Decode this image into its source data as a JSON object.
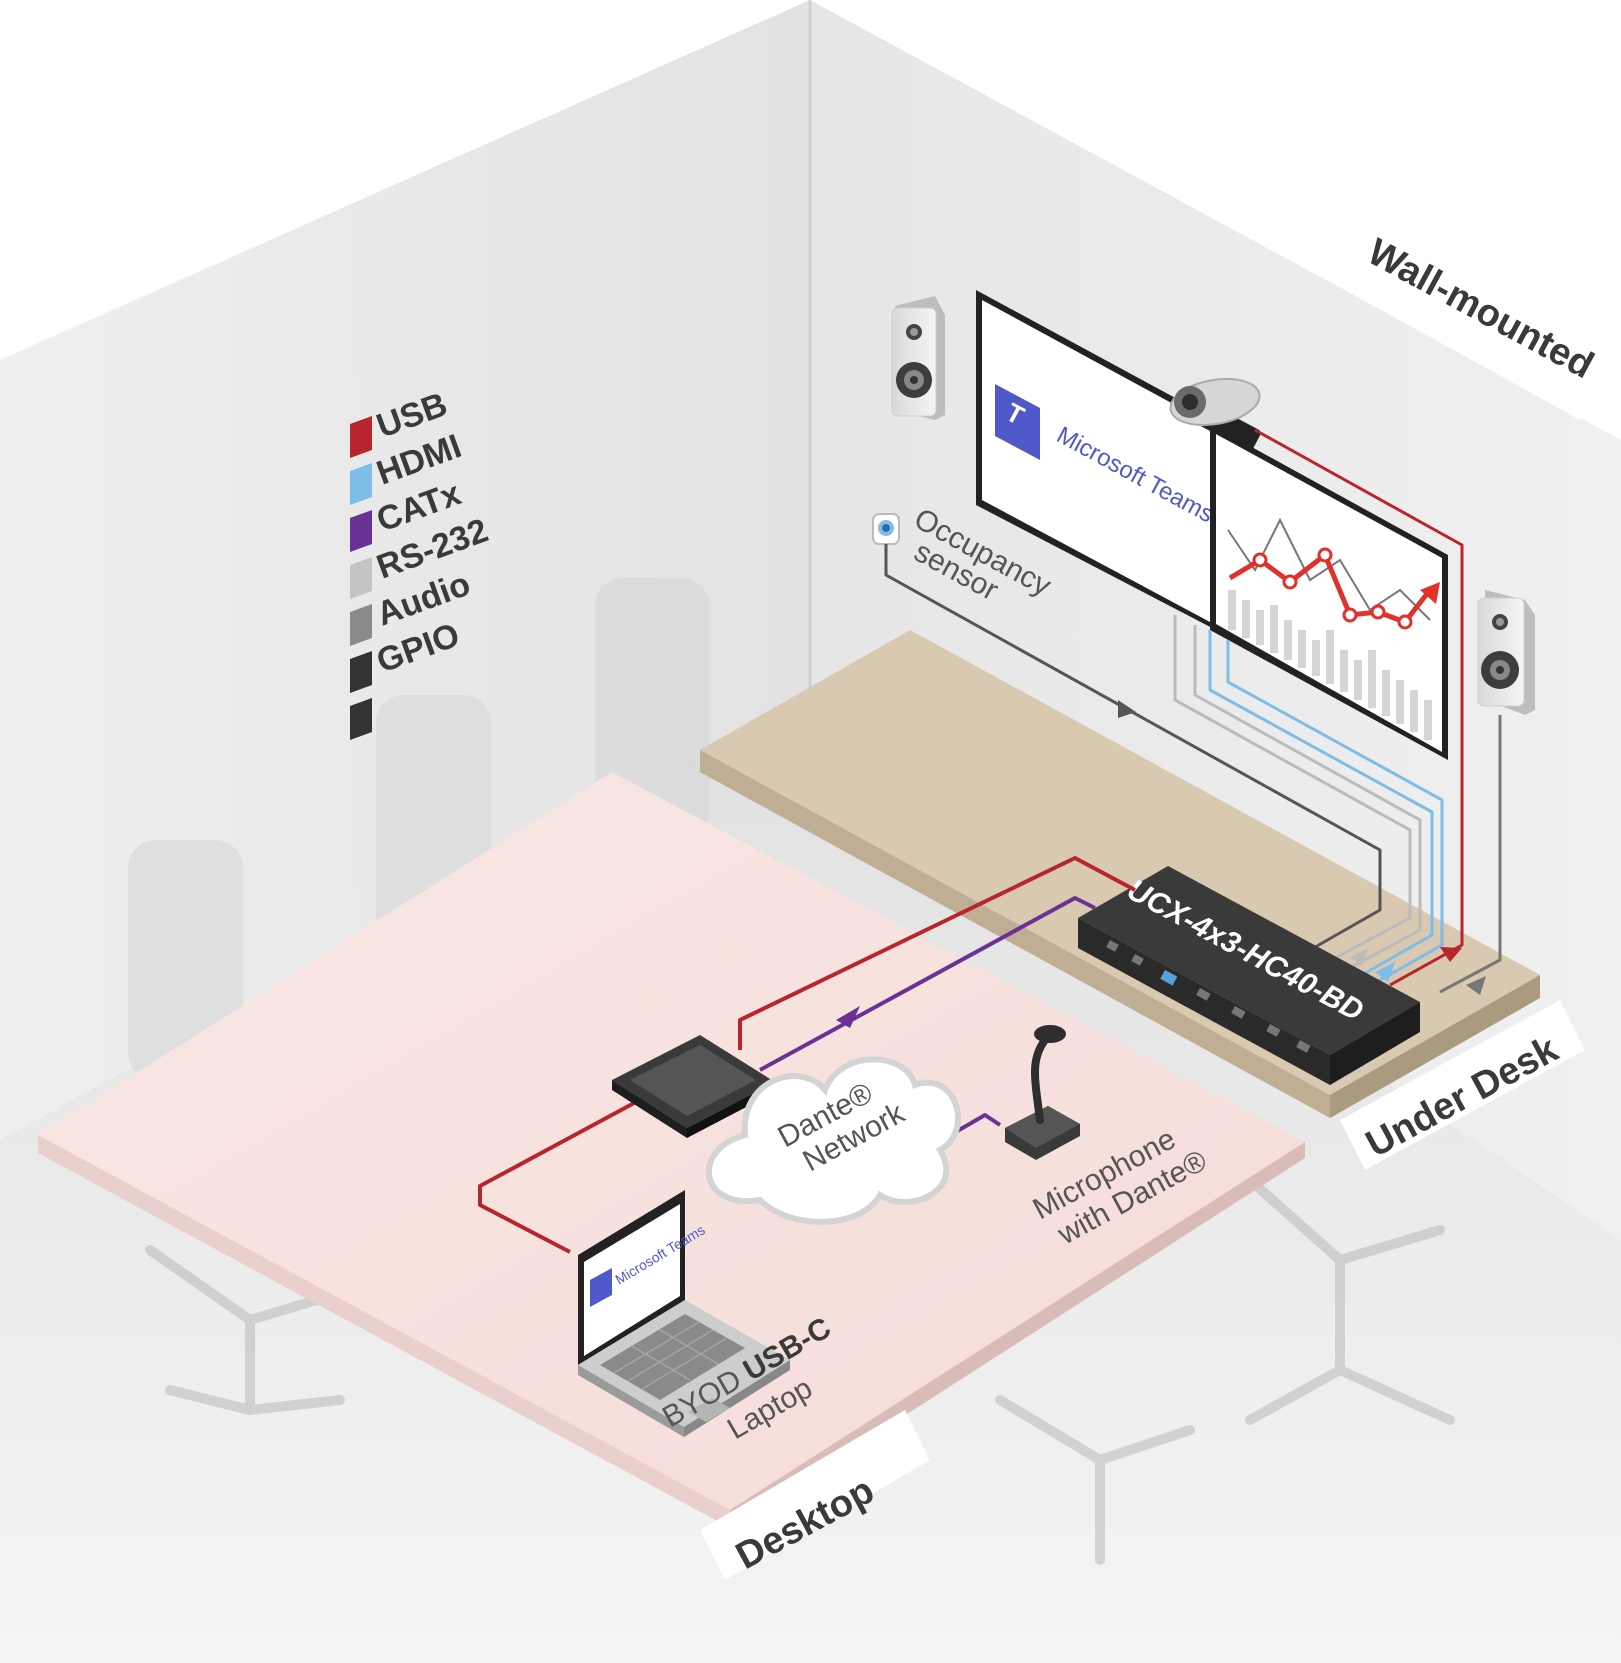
{
  "legend": [
    {
      "label": "USB",
      "color": "#b8252c"
    },
    {
      "label": "HDMI",
      "color": "#b8252c"
    },
    {
      "label": "CATx",
      "color": "#7dbde8"
    },
    {
      "label": "RS-232",
      "color": "#6a3294"
    },
    {
      "label": "Audio",
      "color": "#c4c4c4"
    },
    {
      "label": "GPIO",
      "color": "#8a8a8a"
    },
    {
      "label": "",
      "color": "#333333"
    }
  ],
  "labels": {
    "wall_mounted": "Wall-mounted",
    "under_desk": "Under Desk",
    "desktop": "Desktop",
    "occupancy_line1": "Occupancy",
    "occupancy_line2": "sensor",
    "dante_line1": "Dante®",
    "dante_line2": "Network",
    "mic_line1": "Microphone",
    "mic_line2": "with Dante®",
    "laptop_line1_prefix": "BYOD ",
    "laptop_line1_bold": "USB-C",
    "laptop_line2": "Laptop",
    "device_name": "UCX-4x3-HC40-BD",
    "display_app": "Microsoft Teams",
    "laptop_app": "Microsoft Teams",
    "legend_gpio": "GPIO"
  },
  "colors": {
    "usb": "#b8252c",
    "catx": "#7dbde8",
    "rs232": "#6a3294",
    "audio": "#c4c4c4",
    "gpio": "#8a8a8a",
    "teams": "#5059c9"
  }
}
